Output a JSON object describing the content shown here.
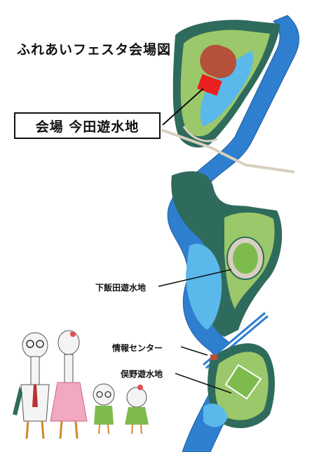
{
  "map": {
    "title": "ふれあいフェスタ会場図",
    "venue_label": "会場 今田遊水地",
    "labels": {
      "shimoiida": "下飯田遊水地",
      "info_center": "情報センター",
      "matano": "俣野遊水地"
    },
    "colors": {
      "river": "#2f7fd0",
      "pond": "#5bb8ea",
      "park": "#9bc86a",
      "dark_green": "#2f6b5c",
      "track": "#b5503a",
      "venue_highlight": "#e8201f",
      "road": "#d8cfc0"
    }
  }
}
